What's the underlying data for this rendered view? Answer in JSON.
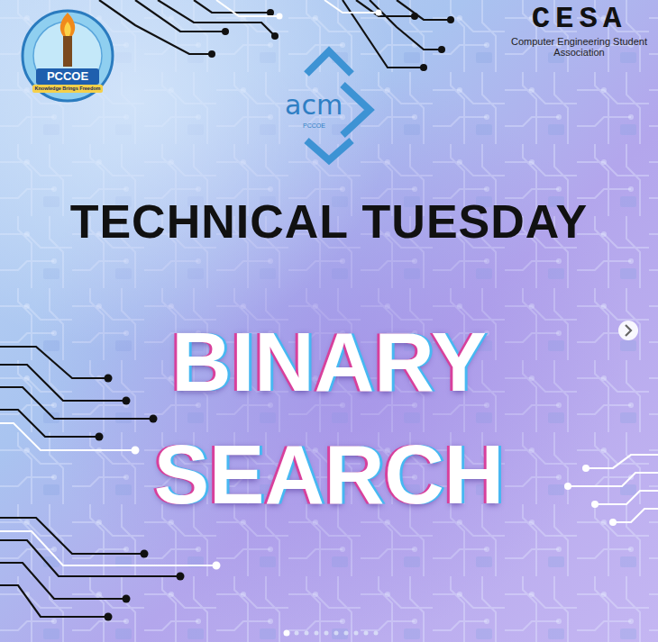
{
  "diagram": {
    "title": "TECHNICAL TUESDAY",
    "labels": [
      "BINARY SEARCH",
      "CESA",
      "Computer Engineering Student Association",
      "acm",
      "PCCOE",
      "PCCOE",
      "Knowledge Brings Freedom"
    ]
  }
}
